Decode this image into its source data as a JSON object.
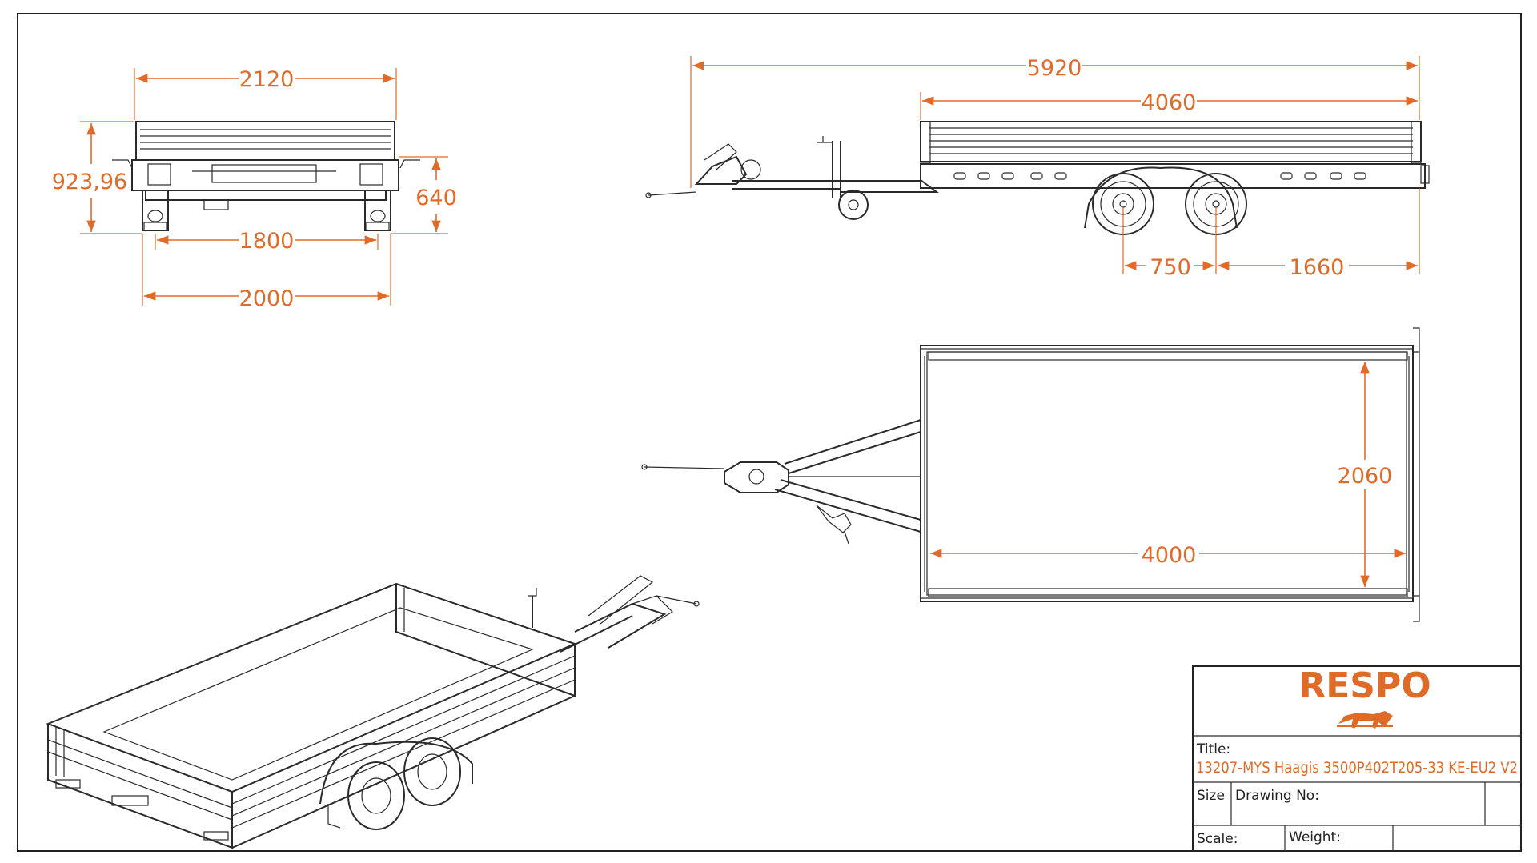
{
  "dimensions": {
    "front_overall_width": "2120",
    "front_overall_height": "923,96",
    "front_platform_height": "640",
    "front_track_width": "1800",
    "front_wheel_width": "2000",
    "side_overall_length": "5920",
    "side_body_length": "4060",
    "side_axle_spacing": "750",
    "side_rear_overhang": "1660",
    "top_inner_width": "2060",
    "top_inner_length": "4000"
  },
  "title_block": {
    "brand": "RESPO",
    "title_label": "Title:",
    "title_value": "13207-MYS Haagis 3500P402T205-33 KE-EU2 V2",
    "size_label": "Size",
    "drawing_no_label": "Drawing No:",
    "scale_label": "Scale:",
    "weight_label": "Weight:"
  },
  "colors": {
    "dimension": "#e06a28",
    "line": "#2a2a2a",
    "brand": "#e06a28"
  }
}
